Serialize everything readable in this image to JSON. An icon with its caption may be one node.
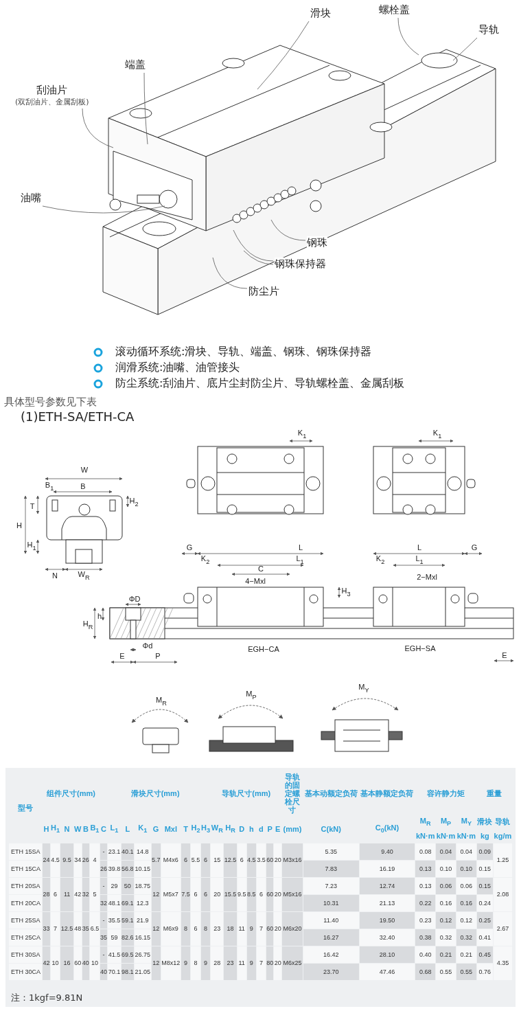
{
  "diagram": {
    "nodes": [
      {
        "text": [
          "螺栓盖"
        ]
      },
      {
        "text": [
          "滑块"
        ]
      },
      {
        "text": [
          "导轨"
        ]
      },
      {
        "text": [
          "端盖"
        ]
      },
      {
        "text": [
          "刮油片",
          "(双刮油片、金属刮板)"
        ]
      },
      {
        "text": [
          "油嘴"
        ]
      },
      {
        "text": [
          "钢珠"
        ]
      },
      {
        "text": [
          "钢珠保持器"
        ]
      },
      {
        "text": [
          "防尘片"
        ]
      }
    ],
    "edges": [
      {
        "from": 0,
        "to": null,
        "arrow": "none"
      },
      {
        "from": 1,
        "to": null,
        "arrow": "none"
      },
      {
        "from": 2,
        "to": null,
        "arrow": "none"
      },
      {
        "from": 3,
        "to": null,
        "arrow": "none"
      },
      {
        "from": 4,
        "to": null,
        "arrow": "none"
      },
      {
        "from": 5,
        "to": null,
        "arrow": "none"
      },
      {
        "from": 6,
        "to": null,
        "arrow": "none"
      },
      {
        "from": 7,
        "to": null,
        "arrow": "none"
      },
      {
        "from": 7,
        "to": null,
        "arrow": "none"
      },
      {
        "from": 8,
        "to": null,
        "arrow": "none"
      }
    ],
    "labels": [
      "滚动循环系统:滑块、导轨、端盖、钢珠、钢珠保持器",
      "润滑系统:油嘴、油管接头",
      "防尘系统:刮油片、底片尘封防尘片、导轨螺栓盖、金属刮板",
      "具体型号参数见下表",
      "(1)ETH-SA/ETH-CA",
      "W",
      "B$_{1}$",
      "B",
      "T",
      "H$_{2}$",
      "H",
      "H$_{1}$",
      "N",
      "W$_{R}$",
      "K$_{1}$",
      "K$_{1}$",
      "G",
      "K$_{2}$",
      "L",
      "L$_{1}$",
      "C",
      "4−Mxl",
      "H$_{3}$",
      "ΦD",
      "h",
      "H$_{R}$",
      "Φd",
      "E",
      "P",
      "EGH−CA",
      "L",
      "K$_{2}$",
      "L$_{1}$",
      "G",
      "2−Mxl",
      "EGH−SA",
      "E",
      "M$_{R}$",
      "M$_{P}$",
      "M$_{Y}$",
      "型号",
      "组件尺寸(mm)",
      "滑块尺寸(mm)",
      "导轨尺寸(mm)",
      "导轨的固定螺栓尺寸",
      "基本动额定负荷",
      "基本静额定负荷",
      "容许静力矩",
      "重量",
      "H",
      "H$_{1}$",
      "N",
      "W",
      "B",
      "B$_{1}$",
      "C",
      "L$_{1}$",
      "L",
      "K$_{1}$",
      "G",
      "Mxl",
      "T",
      "H$_{2}$",
      "H$_{3}$",
      "W$_{R}$",
      "H$_{R}$",
      "D",
      "h",
      "d",
      "P",
      "E",
      "(mm)",
      "C(kN)",
      "C$_{0}$(kN)",
      "M$_{R}$",
      "M$_{P}$",
      "M$_{Y}$",
      "滑块",
      "导轨",
      "kN·m",
      "kN·m",
      "kN·m",
      "kg",
      "kg/m",
      "ETH 15SA",
      "24",
      "4.5",
      "9.5",
      "34",
      "26",
      "4",
      "-",
      "23.1",
      "40.1",
      "14.8",
      "5.7",
      "M4x6",
      "6",
      "5.5",
      "6",
      "15",
      "12.5",
      "6",
      "4.5",
      "3.5",
      "60",
      "20",
      "M3x16",
      "5.35",
      "9.40",
      "0.08",
      "0.04",
      "0.04",
      "0.09",
      "1.25",
      "ETH 15CA",
      "26",
      "39.8",
      "56.8",
      "10.15",
      "7.83",
      "16.19",
      "0.13",
      "0.10",
      "0.10",
      "0.15",
      "ETH 20SA",
      "28",
      "6",
      "11",
      "42",
      "32",
      "5",
      "-",
      "29",
      "50",
      "18.75",
      "12",
      "M5x7",
      "7.5",
      "6",
      "6",
      "20",
      "15.5",
      "9.5",
      "8.5",
      "6",
      "60",
      "20",
      "M5x16",
      "7.23",
      "12.74",
      "0.13",
      "0.06",
      "0.06",
      "0.15",
      "2.08",
      "ETH 20CA",
      "32",
      "48.1",
      "69.1",
      "12.3",
      "10.31",
      "21.13",
      "0.22",
      "0.16",
      "0.16",
      "0.24",
      "ETH 25SA",
      "33",
      "7",
      "12.5",
      "48",
      "35",
      "6.5",
      "-",
      "35.5",
      "59.1",
      "21.9",
      "12",
      "M6x9",
      "8",
      "6",
      "8",
      "23",
      "18",
      "11",
      "9",
      "7",
      "60",
      "20",
      "M6x20",
      "11.40",
      "19.50",
      "0.23",
      "0.12",
      "0.12",
      "0.25",
      "2.67",
      "ETH 25CA",
      "35",
      "59",
      "82.6",
      "16.15",
      "16.27",
      "32.40",
      "0.38",
      "0.32",
      "0.32",
      "0.41",
      "ETH 30SA",
      "42",
      "10",
      "16",
      "60",
      "40",
      "10",
      "-",
      "41.5",
      "69.5",
      "26.75",
      "12",
      "M8x12",
      "9",
      "8",
      "9",
      "28",
      "23",
      "11",
      "9",
      "7",
      "80",
      "20",
      "M6x25",
      "16.42",
      "28.10",
      "0.40",
      "0.21",
      "0.21",
      "0.45",
      "4.35",
      "ETH 30CA",
      "40",
      "70.1",
      "98.1",
      "21.05",
      "23.70",
      "47.46",
      "0.68",
      "0.55",
      "0.55",
      "0.76",
      "注：1kgf=9.81N"
    ]
  }
}
